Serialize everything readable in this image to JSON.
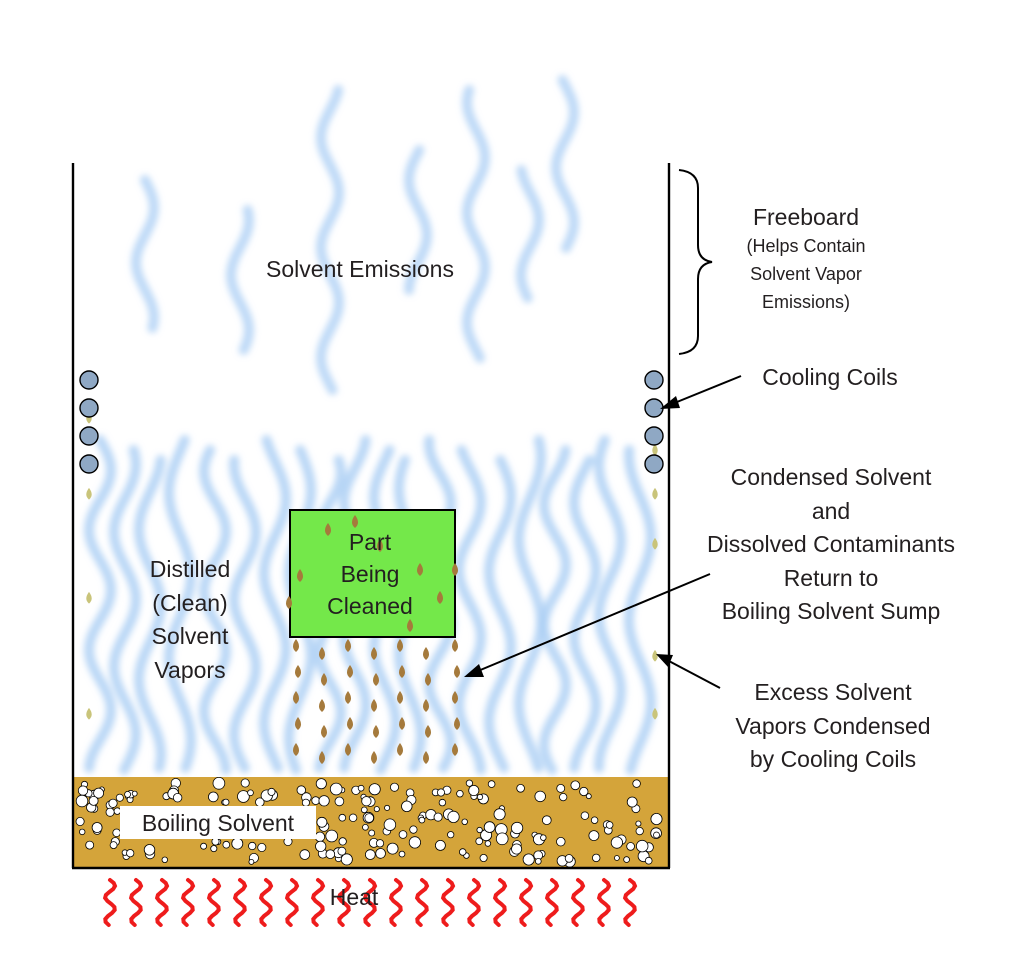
{
  "labels": {
    "freeboard_title": "Freeboard",
    "freeboard_sub": [
      "(Helps Contain",
      "Solvent Vapor",
      "Emissions)"
    ],
    "solvent_emissions": "Solvent Emissions",
    "cooling_coils": "Cooling Coils",
    "condensed_return": [
      "Condensed Solvent",
      "and",
      "Dissolved Contaminants",
      "Return to",
      "Boiling Solvent Sump"
    ],
    "distilled_vapors": [
      "Distilled",
      "(Clean)",
      "Solvent",
      "Vapors"
    ],
    "part": [
      "Part",
      "Being",
      "Cleaned"
    ],
    "excess_vapors": [
      "Excess Solvent",
      "Vapors Condensed",
      "by Cooling Coils"
    ],
    "boiling_solvent": "Boiling Solvent",
    "heat": "Heat"
  },
  "colors": {
    "tank_outline": "#000000",
    "vapor": "#a9cdf4",
    "coil_fill": "#8fa8c4",
    "solvent_sump": "#d4a43a",
    "part_fill": "#74e84a",
    "drip": "#a57a3c",
    "condensate_drop": "#c9c47a",
    "heat": "#ee1c1c",
    "bubble": "#ffffff"
  }
}
